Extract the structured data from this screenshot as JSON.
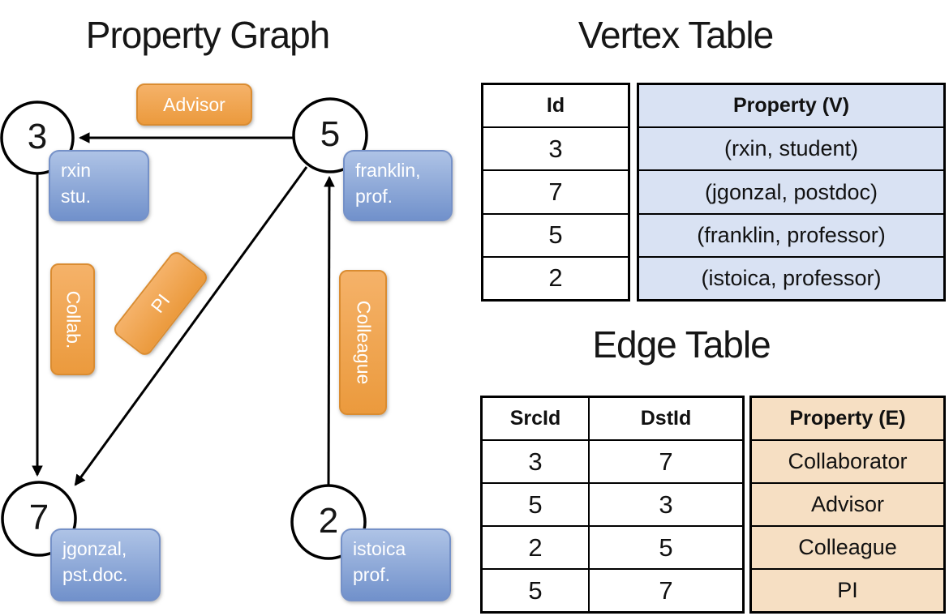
{
  "titles": {
    "graph": "Property Graph",
    "vertex_table": "Vertex Table",
    "edge_table": "Edge Table"
  },
  "graph": {
    "nodes": [
      {
        "id": "3",
        "property_line1": "rxin",
        "property_line2": "stu."
      },
      {
        "id": "5",
        "property_line1": "franklin,",
        "property_line2": "prof."
      },
      {
        "id": "7",
        "property_line1": "jgonzal,",
        "property_line2": "pst.doc."
      },
      {
        "id": "2",
        "property_line1": "istoica",
        "property_line2": "prof."
      }
    ],
    "edge_labels": {
      "advisor": "Advisor",
      "collab": "Collab.",
      "pi": "PI",
      "colleague": "Colleague"
    }
  },
  "vertex_table": {
    "columns": {
      "id": "Id",
      "property": "Property (V)"
    },
    "rows": [
      {
        "id": "3",
        "property": "(rxin, student)"
      },
      {
        "id": "7",
        "property": "(jgonzal, postdoc)"
      },
      {
        "id": "5",
        "property": "(franklin, professor)"
      },
      {
        "id": "2",
        "property": "(istoica, professor)"
      }
    ]
  },
  "edge_table": {
    "columns": {
      "src": "SrcId",
      "dst": "DstId",
      "property": "Property (E)"
    },
    "rows": [
      {
        "src": "3",
        "dst": "7",
        "property": "Collaborator"
      },
      {
        "src": "5",
        "dst": "3",
        "property": "Advisor"
      },
      {
        "src": "2",
        "dst": "5",
        "property": "Colleague"
      },
      {
        "src": "5",
        "dst": "7",
        "property": "PI"
      }
    ]
  },
  "colors": {
    "edge_label_orange": "#efa145",
    "vertex_box_blue": "#7d9bd1",
    "vertex_table_fill": "#d9e2f3",
    "edge_table_fill": "#f6dfc3",
    "line_black": "#000000"
  }
}
